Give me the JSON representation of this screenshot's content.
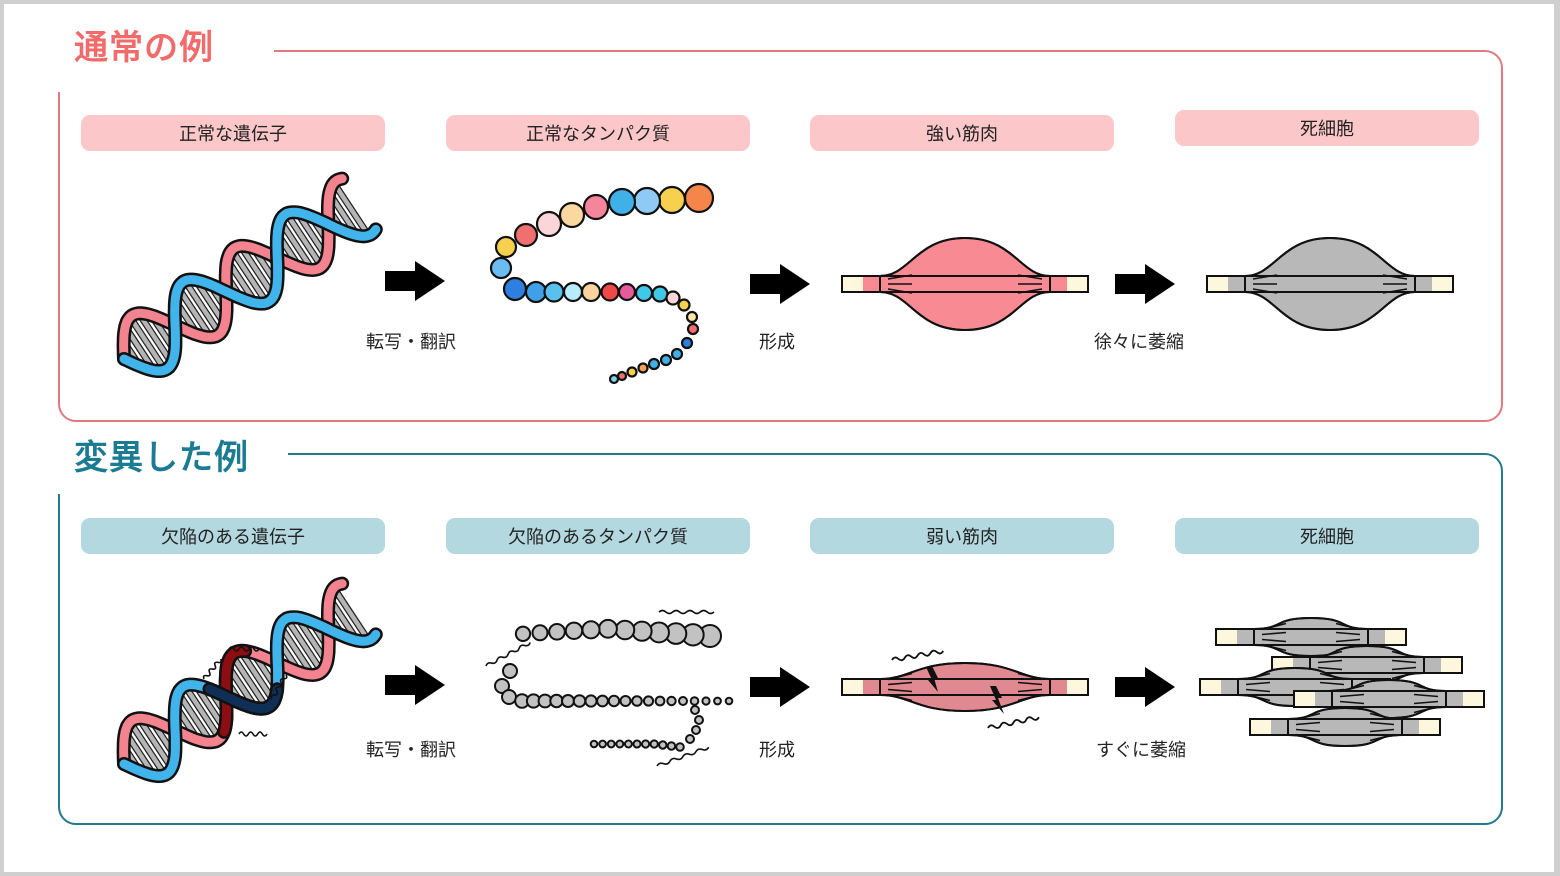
{
  "colors": {
    "normal_accent": "#f26b6b",
    "normal_border": "#e07a80",
    "normal_label_bg": "#fbc7c9",
    "mutant_accent": "#1a7b93",
    "mutant_border": "#237a8c",
    "mutant_label_bg": "#b3d8e0",
    "dna_strand_blue": "#41b4ec",
    "dna_strand_pink": "#f2838f",
    "dna_mutant_red": "#8c0e12",
    "dna_mutant_navy": "#102f57",
    "muscle_strong": "#f88a93",
    "muscle_weak": "#e08990",
    "muscle_atrophied": "#b8b8b8",
    "tendon": "#fdf7de"
  },
  "normal": {
    "title": "通常の例",
    "labels": [
      "正常な遺伝子",
      "正常なタンパク質",
      "強い筋肉",
      "死細胞"
    ],
    "steps": [
      "転写・翻訳",
      "形成",
      "徐々に萎縮"
    ],
    "illustrations": [
      "dna-helix",
      "protein-bead-chain-colored",
      "muscle-strong",
      "muscle-atrophied"
    ]
  },
  "mutant": {
    "title": "変異した例",
    "labels": [
      "欠陥のある遺伝子",
      "欠陥のあるタンパク質",
      "弱い筋肉",
      "死細胞"
    ],
    "steps": [
      "転写・翻訳",
      "形成",
      "すぐに萎縮"
    ],
    "illustrations": [
      "dna-helix-mutated",
      "protein-bead-chain-gray",
      "muscle-weak-damaged",
      "muscle-atrophied-stack"
    ]
  },
  "protein_bead_colors": [
    "#7fd3ee",
    "#f07070",
    "#f8d050",
    "#f5a05a",
    "#3fb0e8",
    "#3fb0e8",
    "#3fb0e8",
    "#2f7fe0",
    "#f07070",
    "#fae7a8",
    "#f8d050",
    "#fbd5da",
    "#3fc8e8",
    "#3fc8e8",
    "#e85a9a",
    "#f04848",
    "#fad3a0",
    "#b8ecfa",
    "#5ac0ec",
    "#3fa0e8",
    "#2f7fe0",
    "#6bbcf0",
    "#f8d050",
    "#f07070",
    "#fbd5da",
    "#fad8a0",
    "#f5859a",
    "#3fb0e8",
    "#8ecaf5",
    "#f8d050",
    "#f5854a"
  ]
}
